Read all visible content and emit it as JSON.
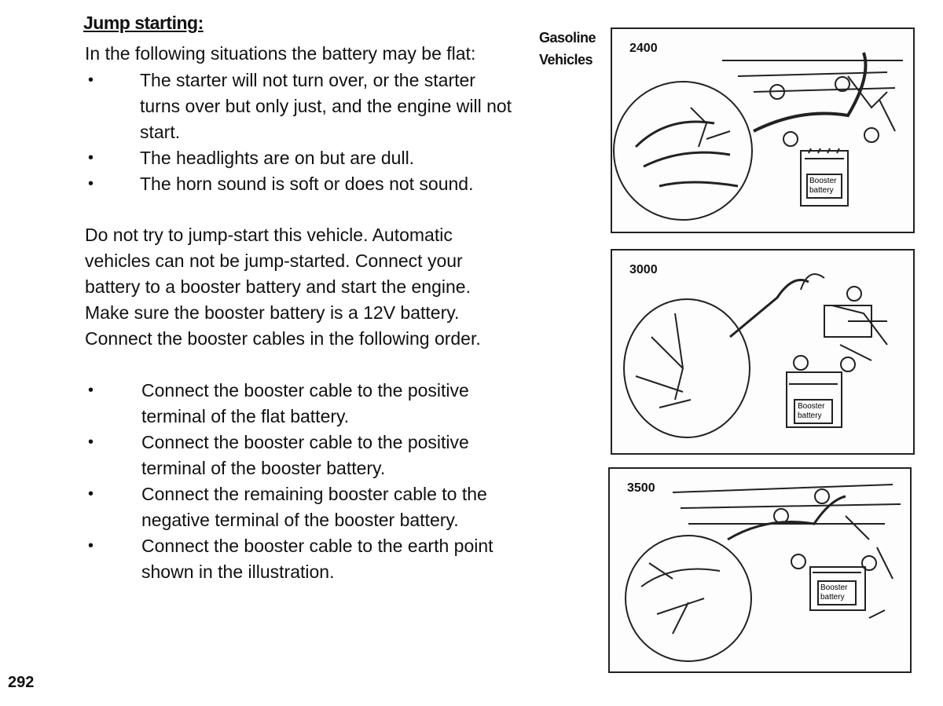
{
  "title": "Jump starting:",
  "intro": "In the following situations the battery may be flat:",
  "symptoms": [
    "The starter will not turn over, or the starter turns over but only just, and the engine will not start.",
    "The headlights are on but are dull.",
    "The horn sound is soft or does not sound."
  ],
  "paragraph": "Do not try to jump-start this vehicle.  Automatic vehicles  can not be jump-started.  Connect your battery to a booster battery and start the engine. Make sure the booster battery is a 12V battery. Connect the booster cables in the following order.",
  "steps": [
    "Connect the booster cable to the positive terminal of the flat battery.",
    "Connect the booster cable to the positive terminal of the booster battery.",
    "Connect the remaining booster cable to the negative terminal of the booster battery.",
    "Connect the booster cable to the earth point shown in the illustration."
  ],
  "bullet_char": "•",
  "side_label": {
    "line1": "Gasoline",
    "line2": "Vehicles"
  },
  "figures": [
    {
      "code": "2400",
      "battery_label_1": "Booster",
      "battery_label_2": "battery"
    },
    {
      "code": "3000",
      "battery_label_1": "Booster",
      "battery_label_2": "battery"
    },
    {
      "code": "3500",
      "battery_label_1": "Booster",
      "battery_label_2": "battery"
    }
  ],
  "page_number": "292"
}
